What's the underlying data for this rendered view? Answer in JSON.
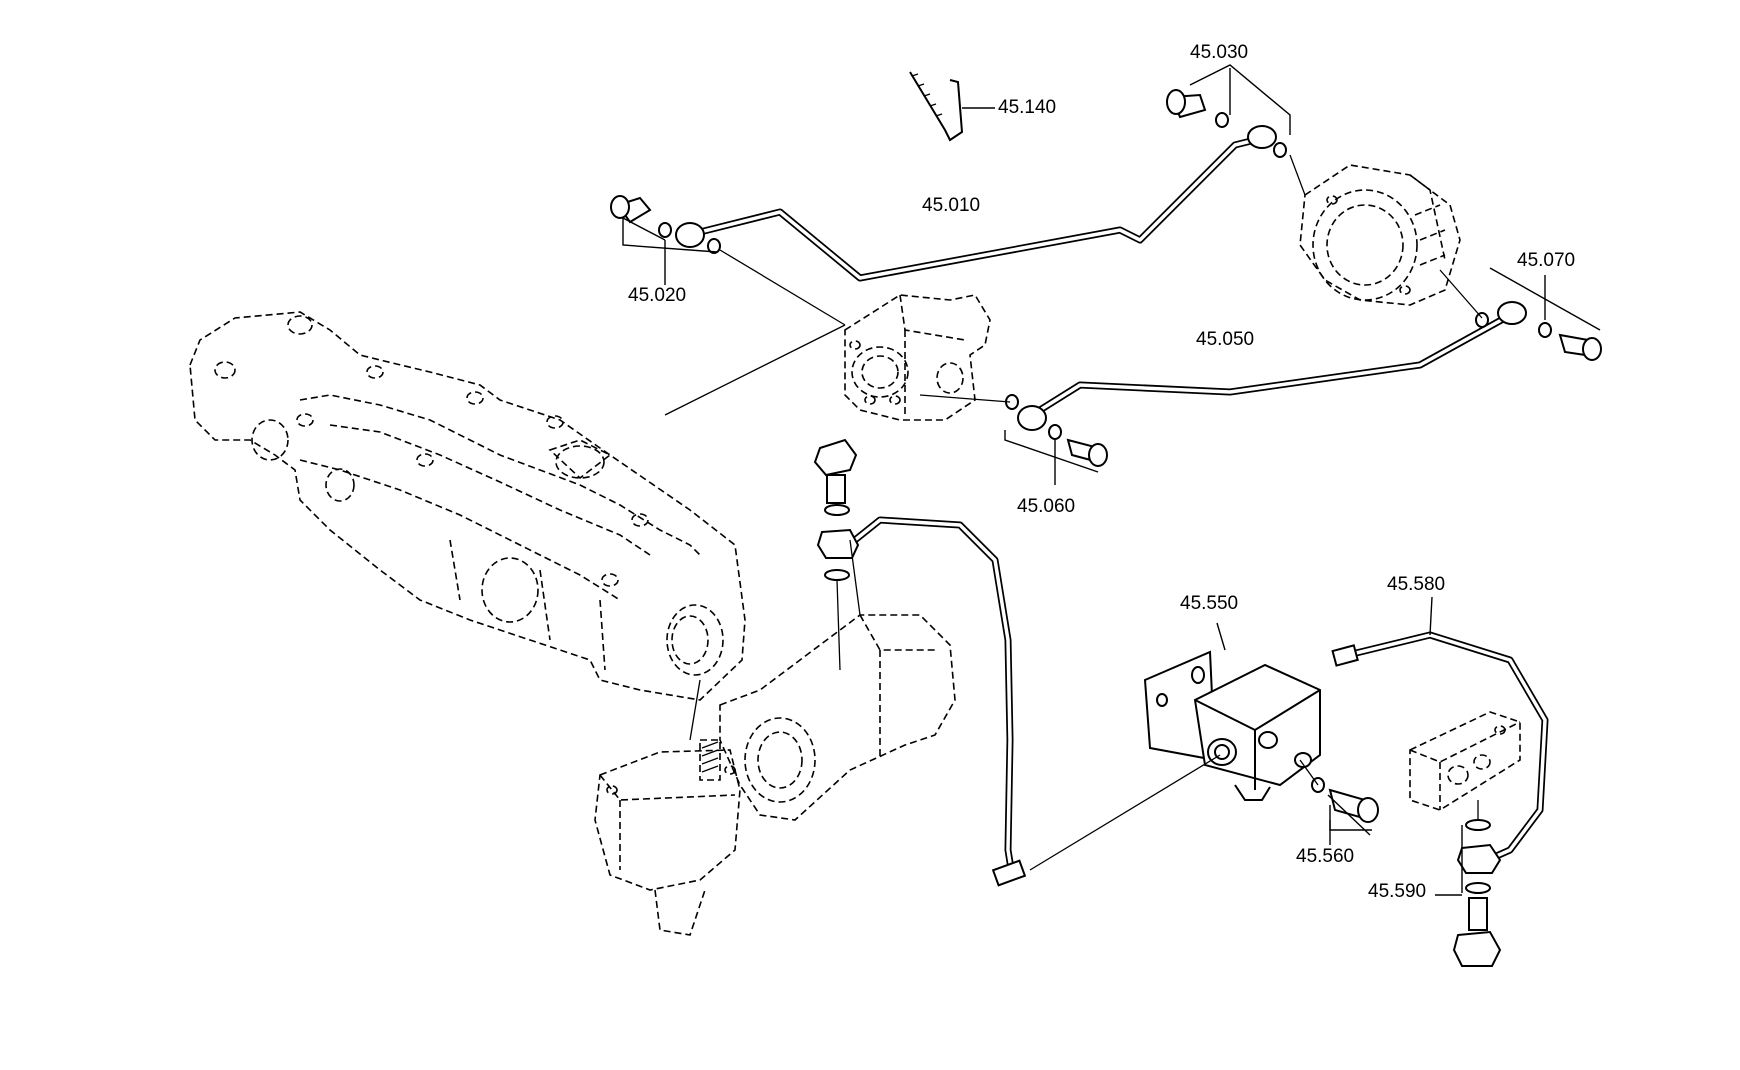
{
  "labels": {
    "p45010": "45.010",
    "p45020": "45.020",
    "p45030": "45.030",
    "p45050": "45.050",
    "p45060": "45.060",
    "p45070": "45.070",
    "p45140": "45.140",
    "p45550": "45.550",
    "p45560": "45.560",
    "p45580": "45.580",
    "p45590": "45.590"
  }
}
